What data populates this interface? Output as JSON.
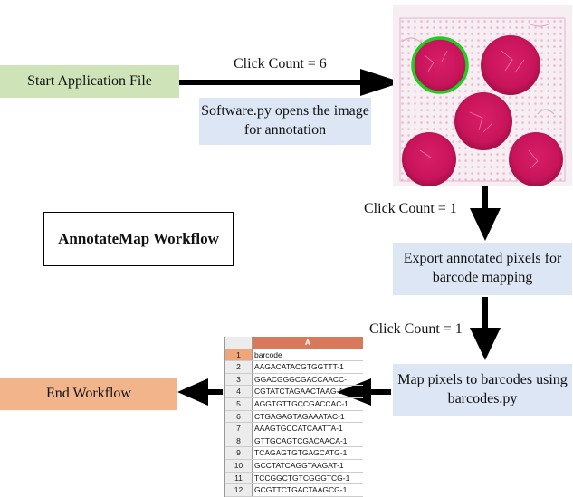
{
  "nodes": {
    "start": "Start Application File",
    "software_note": "Software.py opens the image for annotation",
    "title": "AnnotateMap Workflow",
    "export": "Export annotated pixels for barcode mapping",
    "map": "Map pixels to barcodes using barcodes.py",
    "end": "End Workflow"
  },
  "edge_labels": {
    "start_to_slide": "Click Count = 6",
    "slide_to_export": "Click Count = 1",
    "export_to_map": "Click Count = 1"
  },
  "spreadsheet": {
    "column_header": "A",
    "rows": [
      {
        "num": "1",
        "value": "barcode"
      },
      {
        "num": "2",
        "value": "AAGACATACGTGGTTT-1"
      },
      {
        "num": "3",
        "value": "GGACGGGCGACCAACC-"
      },
      {
        "num": "4",
        "value": "CGTATCTAGAACTAAG-1"
      },
      {
        "num": "5",
        "value": "AGGTGTTGCCGACCAC-1"
      },
      {
        "num": "6",
        "value": "CTGAGAGTAGAAATAC-1"
      },
      {
        "num": "7",
        "value": "AAAGTGCCATCAATTA-1"
      },
      {
        "num": "8",
        "value": "GTTGCAGTCGACAACA-1"
      },
      {
        "num": "9",
        "value": "TCAGAGTGTGAGCATG-1"
      },
      {
        "num": "10",
        "value": "GCCTATCAGGTAAGAT-1"
      },
      {
        "num": "11",
        "value": "TCCGGCTGTCGGGTCG-1"
      },
      {
        "num": "12",
        "value": "GCGTTCTGACTAAGCG-1"
      }
    ]
  },
  "colors": {
    "start_box": "#cfe3b8",
    "process_box": "#dde6f4",
    "end_box": "#f2b48a",
    "tissue": "#c8145a",
    "annotation_outline": "#22cc22"
  }
}
